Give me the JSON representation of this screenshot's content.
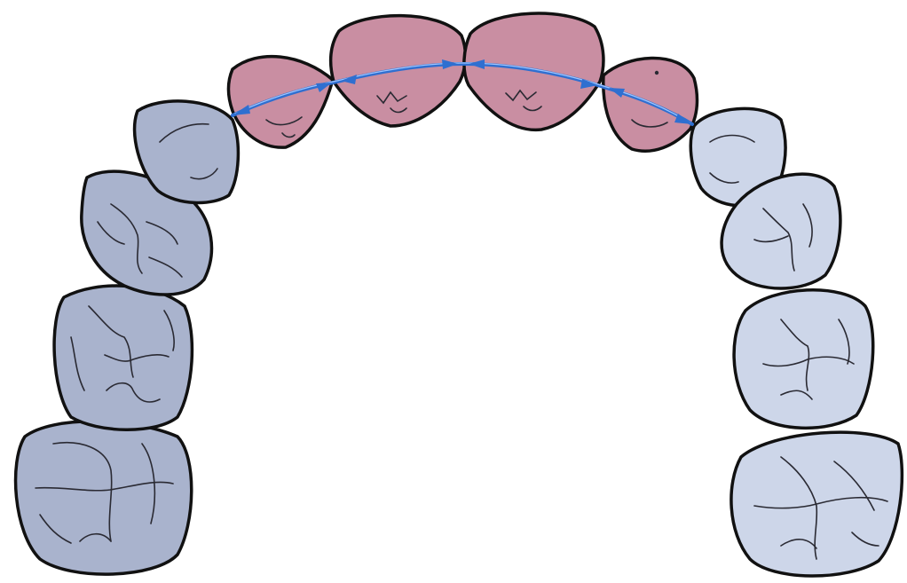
{
  "figure": {
    "subject": "dental-arch-occlusal-view",
    "colors": {
      "anterior_teeth": "#c98ea2",
      "posterior_teeth_left": "#a9b3cd",
      "posterior_teeth_right": "#cdd6e9",
      "outline": "#111111",
      "arch_arrows": "#2f6fd0",
      "background": "#ffffff"
    },
    "teeth": {
      "anterior": [
        "left-lateral-incisor",
        "left-central-incisor",
        "right-central-incisor",
        "right-lateral-incisor"
      ],
      "posterior_left": [
        "left-canine",
        "left-first-premolar",
        "left-second-premolar",
        "left-first-molar"
      ],
      "posterior_right": [
        "right-canine",
        "right-first-premolar",
        "right-second-premolar",
        "right-first-molar"
      ]
    }
  }
}
